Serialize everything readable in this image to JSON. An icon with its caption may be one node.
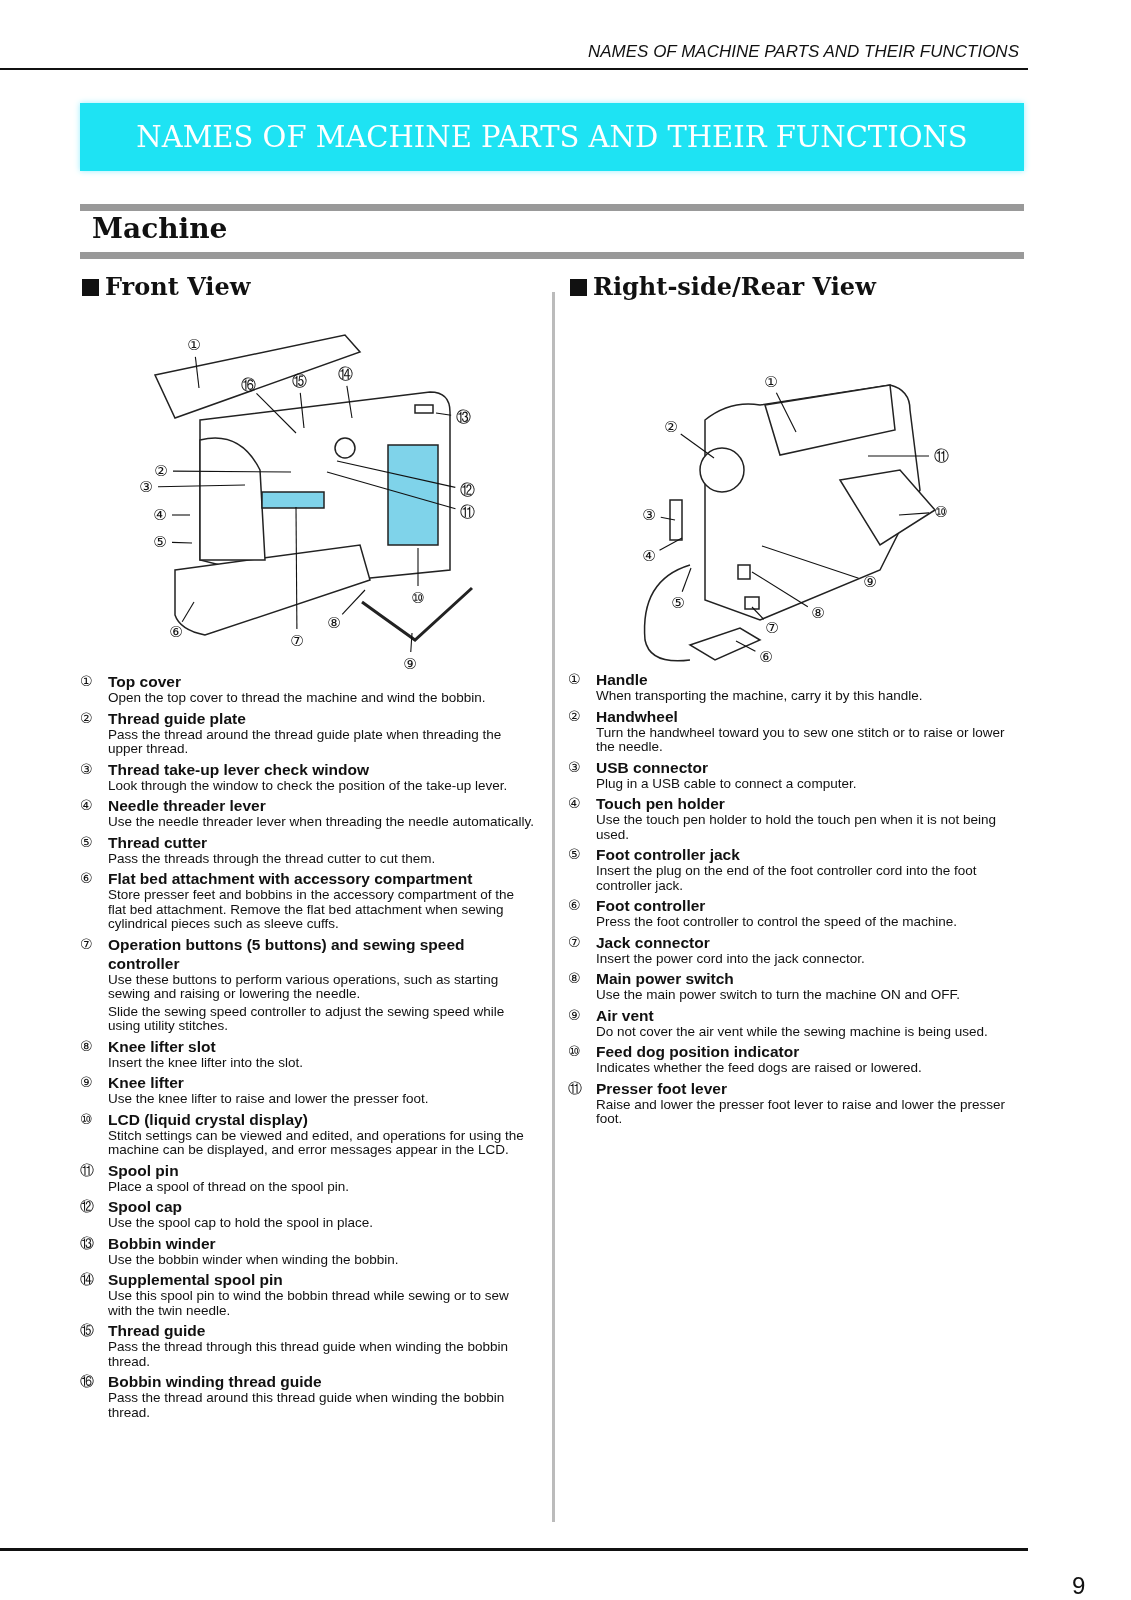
{
  "diagram": {
    "title": "NAMES OF MACHINE PARTS AND THEIR FUNCTIONS",
    "nodes": [
      {
        "text": [
          "①"
        ]
      },
      {
        "text": [
          "②"
        ]
      },
      {
        "text": [
          "③"
        ]
      },
      {
        "text": [
          "④"
        ]
      },
      {
        "text": [
          "⑤"
        ]
      },
      {
        "text": [
          "⑥"
        ]
      },
      {
        "text": [
          "⑦"
        ]
      },
      {
        "text": [
          "⑧"
        ]
      },
      {
        "text": [
          "⑨"
        ]
      },
      {
        "text": [
          "⑩"
        ]
      },
      {
        "text": [
          "⑪"
        ]
      },
      {
        "text": [
          "⑫"
        ]
      },
      {
        "text": [
          "⑬"
        ]
      },
      {
        "text": [
          "⑭"
        ]
      },
      {
        "text": [
          "⑮"
        ]
      },
      {
        "text": [
          "⑯"
        ]
      },
      {
        "text": [
          "①"
        ]
      },
      {
        "text": [
          "②"
        ]
      },
      {
        "text": [
          "③"
        ]
      },
      {
        "text": [
          "④"
        ]
      },
      {
        "text": [
          "⑤"
        ]
      },
      {
        "text": [
          "⑥"
        ]
      },
      {
        "text": [
          "⑦"
        ]
      },
      {
        "text": [
          "⑧"
        ]
      },
      {
        "text": [
          "⑨"
        ]
      },
      {
        "text": [
          "⑩"
        ]
      },
      {
        "text": [
          "⑪"
        ]
      }
    ],
    "edges": [
      {
        "from": 0,
        "to": null,
        "arrow": "none"
      },
      {
        "from": 1,
        "to": null,
        "arrow": "none"
      },
      {
        "from": 2,
        "to": null,
        "arrow": "none"
      },
      {
        "from": 3,
        "to": null,
        "arrow": "none"
      },
      {
        "from": 4,
        "to": null,
        "arrow": "none"
      },
      {
        "from": 5,
        "to": null,
        "arrow": "none"
      },
      {
        "from": 6,
        "to": null,
        "arrow": "none"
      },
      {
        "from": 7,
        "to": null,
        "arrow": "none"
      },
      {
        "from": 8,
        "to": null,
        "arrow": "none"
      },
      {
        "from": 9,
        "to": null,
        "arrow": "none"
      },
      {
        "from": 10,
        "to": null,
        "arrow": "none"
      },
      {
        "from": 11,
        "to": null,
        "arrow": "none"
      },
      {
        "from": 12,
        "to": null,
        "arrow": "none"
      },
      {
        "from": 13,
        "to": null,
        "arrow": "none"
      },
      {
        "from": 14,
        "to": null,
        "arrow": "none"
      },
      {
        "from": 15,
        "to": null,
        "arrow": "none"
      },
      {
        "from": 16,
        "to": null,
        "arrow": "none"
      },
      {
        "from": 17,
        "to": null,
        "arrow": "none"
      },
      {
        "from": 18,
        "to": null,
        "arrow": "none"
      },
      {
        "from": 19,
        "to": null,
        "arrow": "none"
      },
      {
        "from": 20,
        "to": null,
        "arrow": "none"
      },
      {
        "from": 21,
        "to": null,
        "arrow": "none"
      },
      {
        "from": 22,
        "to": null,
        "arrow": "none"
      },
      {
        "from": 23,
        "to": null,
        "arrow": "none"
      },
      {
        "from": 24,
        "to": null,
        "arrow": "none"
      },
      {
        "from": 25,
        "to": null,
        "arrow": "none"
      },
      {
        "from": 26,
        "to": null,
        "arrow": "none"
      }
    ],
    "labels": [
      "NAMES OF MACHINE PARTS AND THEIR FUNCTIONS",
      "Machine",
      "Front View",
      "Right-side/Rear View",
      "①",
      "Top cover",
      "Open the top cover to thread the machine and wind the bobbin.",
      "②",
      "Thread guide plate",
      "Pass the thread around the thread guide plate when threading the upper thread.",
      "③",
      "Thread take-up lever check window",
      "Look through the window to check the position of the take-up lever.",
      "④",
      "Needle threader lever",
      "Use the needle threader lever when threading the needle automatically.",
      "⑤",
      "Thread cutter",
      "Pass the threads through the thread cutter to cut them.",
      "⑥",
      "Flat bed attachment with accessory compartment",
      "Store presser feet and bobbins in the accessory compartment of the flat bed attachment. Remove the flat bed attachment when sewing cylindrical pieces such as sleeve cuffs.",
      "⑦",
      "Operation buttons (5 buttons) and sewing speed controller",
      "Use these buttons to perform various operations, such as starting sewing and raising or lowering the needle.",
      "Slide the sewing speed controller to adjust the sewing speed while using utility stitches.",
      "⑧",
      "Knee lifter slot",
      "Insert the knee lifter into the slot.",
      "⑨",
      "Knee lifter",
      "Use the knee lifter to raise and lower the presser foot.",
      "⑩",
      "LCD (liquid crystal display)",
      "Stitch settings can be viewed and edited, and operations for using the machine can be displayed, and error messages appear in the LCD.",
      "⑪",
      "Spool pin",
      "Place a spool of thread on the spool pin.",
      "⑫",
      "Spool cap",
      "Use the spool cap to hold the spool in place.",
      "⑬",
      "Bobbin winder",
      "Use the bobbin winder when winding the bobbin.",
      "⑭",
      "Supplemental spool pin",
      "Use this spool pin to wind the bobbin thread while sewing or to sew with the twin needle.",
      "⑮",
      "Thread guide",
      "Pass the thread through this thread guide when winding the bobbin thread.",
      "⑯",
      "Bobbin winding thread guide",
      "Pass the thread around this thread guide when winding the bobbin thread.",
      "①",
      "Handle",
      "When transporting the machine, carry it by this handle.",
      "②",
      "Handwheel",
      "Turn the handwheel toward you to sew one stitch or to raise or lower the needle.",
      "③",
      "USB connector",
      "Plug in a USB cable to connect a computer.",
      "④",
      "Touch pen holder",
      "Use the touch pen holder to hold the touch pen when it is not being used.",
      "⑤",
      "Foot controller jack",
      "Insert the plug on the end of the foot controller cord into the foot controller jack.",
      "⑥",
      "Foot controller",
      "Press the foot controller to control the speed of the machine.",
      "⑦",
      "Jack connector",
      "Insert the power cord into the jack connector.",
      "⑧",
      "Main power switch",
      "Use the main power switch to turn the machine ON and OFF.",
      "⑨",
      "Air vent",
      "Do not cover the air vent while the sewing machine is being used.",
      "⑩",
      "Feed dog position indicator",
      "Indicates whether the feed dogs are raised or lowered.",
      "⑪",
      "Presser foot lever",
      "Raise and lower the presser foot lever to raise and lower the presser foot.",
      "9"
    ]
  }
}
